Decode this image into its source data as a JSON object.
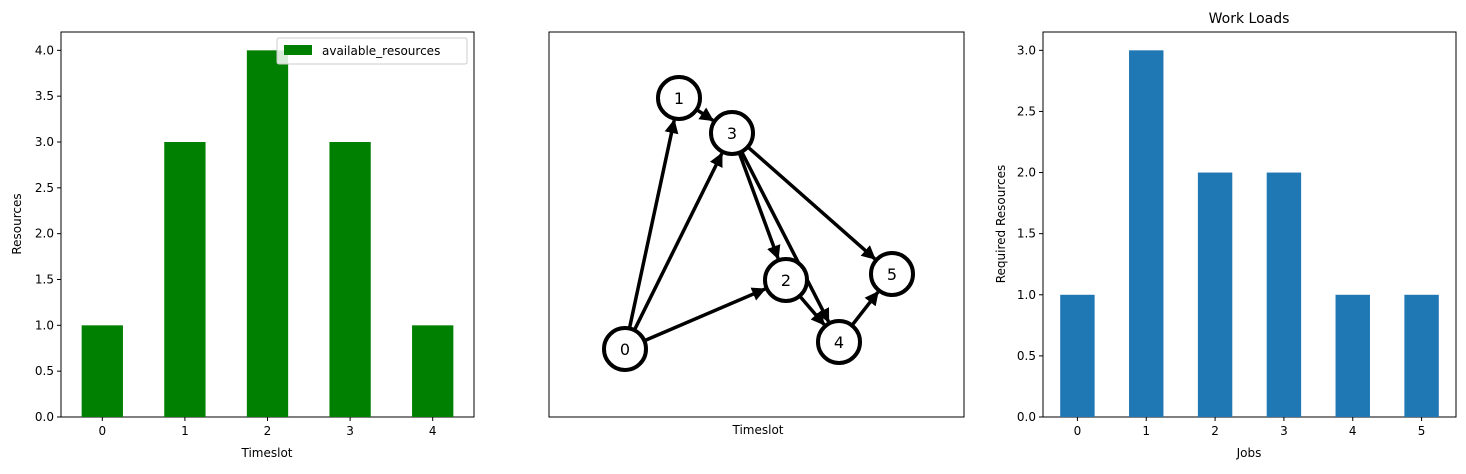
{
  "chart_data": [
    {
      "type": "bar",
      "title": "",
      "xlabel": "Timeslot",
      "ylabel": "Resources",
      "categories": [
        "0",
        "1",
        "2",
        "3",
        "4"
      ],
      "series": [
        {
          "name": "available_resources",
          "values": [
            1,
            3,
            4,
            3,
            1
          ]
        }
      ],
      "ylim": [
        0,
        4.2
      ],
      "yticks": [
        0.0,
        0.5,
        1.0,
        1.5,
        2.0,
        2.5,
        3.0,
        3.5,
        4.0
      ],
      "color": "#008000",
      "legend": "top-right",
      "grid": false
    },
    {
      "type": "graph",
      "title": "",
      "xlabel": "Timeslot",
      "nodes": [
        "0",
        "1",
        "2",
        "3",
        "4",
        "5"
      ],
      "edges": [
        [
          "0",
          "1"
        ],
        [
          "0",
          "3"
        ],
        [
          "0",
          "2"
        ],
        [
          "1",
          "3"
        ],
        [
          "3",
          "2"
        ],
        [
          "3",
          "5"
        ],
        [
          "3",
          "4"
        ],
        [
          "2",
          "4"
        ],
        [
          "4",
          "5"
        ]
      ]
    },
    {
      "type": "bar",
      "title": "Work Loads",
      "xlabel": "Jobs",
      "ylabel": "Required Resources",
      "categories": [
        "0",
        "1",
        "2",
        "3",
        "4",
        "5"
      ],
      "values": [
        1,
        3,
        2,
        2,
        1,
        1
      ],
      "ylim": [
        0,
        3.15
      ],
      "yticks": [
        0.0,
        0.5,
        1.0,
        1.5,
        2.0,
        2.5,
        3.0
      ],
      "color": "#1f77b4",
      "grid": false
    }
  ]
}
